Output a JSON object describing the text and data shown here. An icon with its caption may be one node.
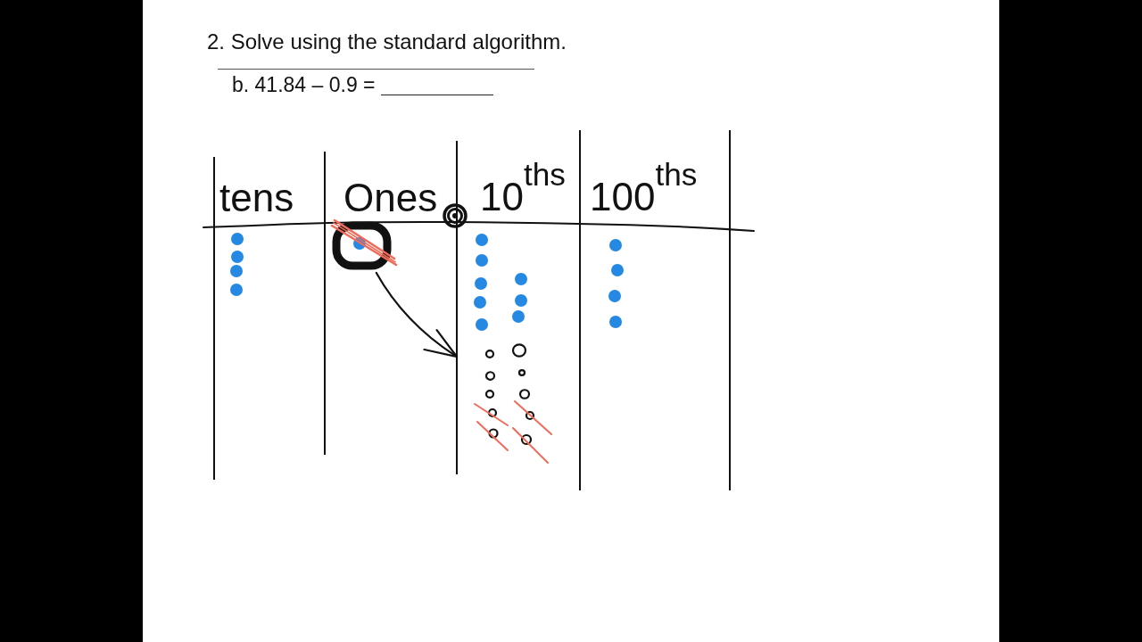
{
  "diagram": {
    "title": "2. Solve using the standard algorithm.",
    "nodes": [
      {
        "text": [
          "tens"
        ]
      },
      {
        "text": [
          "Ones"
        ]
      },
      {
        "text": [
          "10$^{ths}$"
        ]
      },
      {
        "text": [
          "100$^{ths}$"
        ]
      },
      {
        "text": [],
        "shape": "circle",
        "in": 1
      }
    ],
    "edges": [
      {
        "from": 4,
        "to": 2,
        "arrow": "to"
      }
    ],
    "labels": [
      "b. 41.84 – 0.9 ="
    ]
  }
}
